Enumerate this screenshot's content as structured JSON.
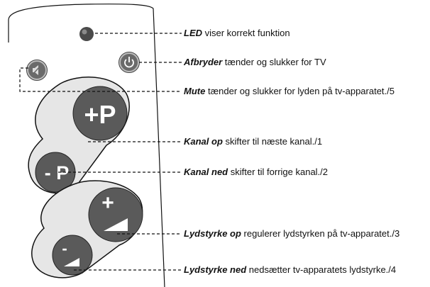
{
  "remote": {
    "buttons": {
      "channel_up": "+P",
      "channel_down": "- P",
      "volume_up_sign": "+",
      "volume_down_sign": "-"
    },
    "colors": {
      "button_dark": "#5a5a5a",
      "button_ring": "#d9d9d9",
      "outline": "#111111"
    }
  },
  "callouts": [
    {
      "term": "LED",
      "text": " viser korrekt funktion"
    },
    {
      "term": "Afbryder",
      "text": " tænder og slukker for TV"
    },
    {
      "term": "Mute",
      "text": " tænder og slukker for lyden på tv-apparatet./5"
    },
    {
      "term": "Kanal op",
      "text": " skifter til næste kanal./1"
    },
    {
      "term": "Kanal ned",
      "text": " skifter til forrige kanal./2"
    },
    {
      "term": "Lydstyrke op",
      "text": " regulerer lydstyrken på tv-apparatet./3"
    },
    {
      "term": "Lydstyrke ned",
      "text": " nedsætter tv-apparatets lydstyrke./4"
    }
  ]
}
